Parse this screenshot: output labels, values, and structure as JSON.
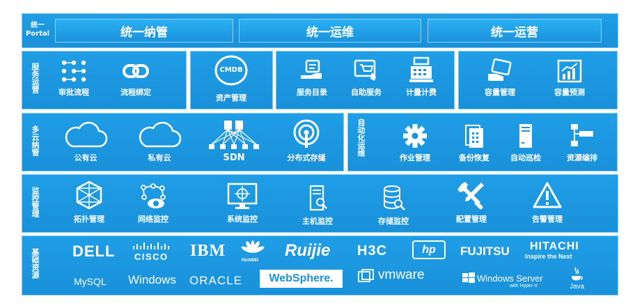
{
  "portal": {
    "label": "统一\nPortal",
    "buttons": [
      "统一纳管",
      "统一运维",
      "统一运营"
    ]
  },
  "service_ops": {
    "label": "服务运营",
    "cmdb_text": "CMDB",
    "items": [
      "审批流程",
      "流程绑定",
      "资产管理",
      "服务目录",
      "自助服务",
      "计量计费",
      "容量管理",
      "容量预测"
    ]
  },
  "multicloud": {
    "label": "多云纳管",
    "items": [
      "公有云",
      "私有云",
      "SDN",
      "分布式存储"
    ]
  },
  "automation": {
    "label": "自动化运维",
    "items": [
      "作业管理",
      "备份恢复",
      "自动巡检",
      "资源编排"
    ]
  },
  "monitoring": {
    "label": "监控管理",
    "items": [
      "拓扑管理",
      "网络监控",
      "系统监控",
      "主机监控",
      "存储监控",
      "配置管理",
      "告警管理"
    ]
  },
  "infrastructure": {
    "label": "基础资源",
    "vendors_row1": [
      "DELL",
      "CISCO",
      "IBM",
      "HUAWEI",
      "Ruijie",
      "H3C",
      "hp",
      "FUJITSU",
      "HITACHI",
      "Inspire the Next"
    ],
    "vendors_row2": [
      "MySQL",
      "Windows",
      "ORACLE",
      "WebSphere.",
      "vmware",
      "Windows Server",
      "with Hyper-V",
      "Java"
    ]
  }
}
